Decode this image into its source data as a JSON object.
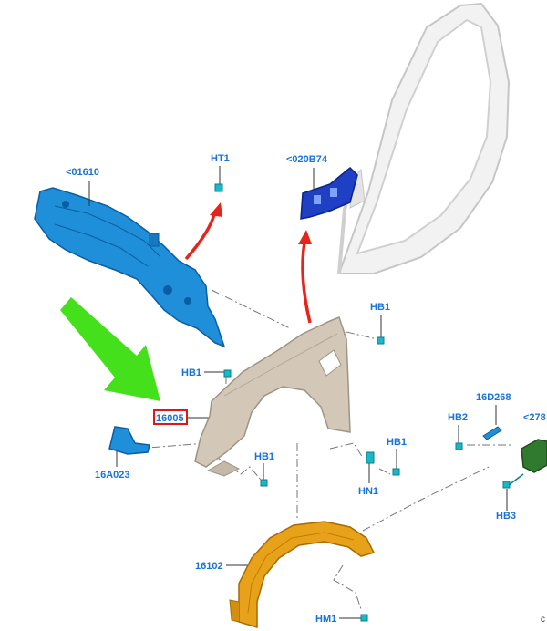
{
  "diagram": {
    "parts": [
      {
        "key": "p01610",
        "label": "<01610"
      },
      {
        "key": "ht1",
        "label": "HT1"
      },
      {
        "key": "p020B74",
        "label": "<020B74"
      },
      {
        "key": "hb1_top",
        "label": "HB1"
      },
      {
        "key": "hb1_left",
        "label": "HB1"
      },
      {
        "key": "p16005",
        "label": "16005"
      },
      {
        "key": "p16A023",
        "label": "16A023"
      },
      {
        "key": "hb1_bottom",
        "label": "HB1"
      },
      {
        "key": "hb1_right",
        "label": "HB1"
      },
      {
        "key": "hn1",
        "label": "HN1"
      },
      {
        "key": "p16D268",
        "label": "16D268"
      },
      {
        "key": "hb2",
        "label": "HB2"
      },
      {
        "key": "p278",
        "label": "<278"
      },
      {
        "key": "hb3",
        "label": "HB3"
      },
      {
        "key": "p16102",
        "label": "16102"
      },
      {
        "key": "hm1",
        "label": "HM1"
      }
    ],
    "corner_text": "c",
    "colors": {
      "label": "#1a73d8",
      "highlight_box": "#e0161b",
      "red_arrow": "#e8231c",
      "green_arrow": "#45e01c",
      "dash_panel": "#1e8fd8",
      "fender": "#d3c7b7",
      "wheelhouse_liner": "#e8a21a",
      "bracket": "#1f3fc4",
      "body_frame": "#f1f1f1",
      "far_right_part": "#2f7a2f",
      "fastener": "#18b8c8"
    }
  }
}
